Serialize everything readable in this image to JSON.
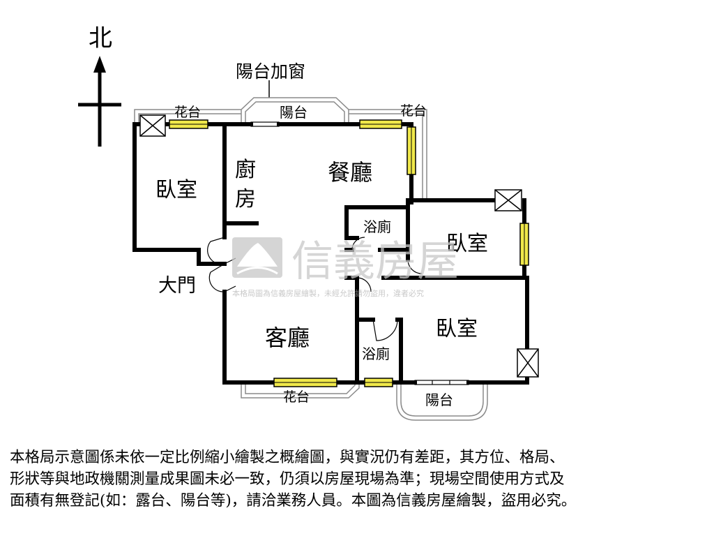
{
  "compass": {
    "north": "北"
  },
  "labels": {
    "balcony_window": "陽台加窗",
    "balcony_top": "陽台",
    "planter_top_left": "花台",
    "planter_top_right": "花台",
    "planter_bottom": "花台",
    "balcony_bottom": "陽台",
    "bedroom_west": "臥室",
    "kitchen_1": "廚",
    "kitchen_2": "房",
    "dining": "餐廳",
    "bath_upper": "浴廁",
    "bedroom_east": "臥室",
    "bedroom_southeast": "臥室",
    "main_door": "大門",
    "living": "客廳",
    "bath_lower": "浴廁"
  },
  "watermark": {
    "brand": "信義房屋",
    "notice": "本格局圖為信義房屋繪製，未經允許請勿盜用，違者必究"
  },
  "disclaimer": [
    "本格局示意圖係未依一定比例縮小繪製之概繪圖，與實況仍有差距，其方位、格局、",
    "形狀等與地政機關測量成果圖未必一致，仍須以房屋現場為準；現場空間使用方式及",
    "面積有無登記(如：露台、陽台等)，請洽業務人員。本圖為信義房屋繪製，盜用必究。"
  ],
  "colors": {
    "wall": "#000000",
    "window": "#f0e84a",
    "outline": "#8a8a8a",
    "watermark": "#c8c8c8"
  }
}
